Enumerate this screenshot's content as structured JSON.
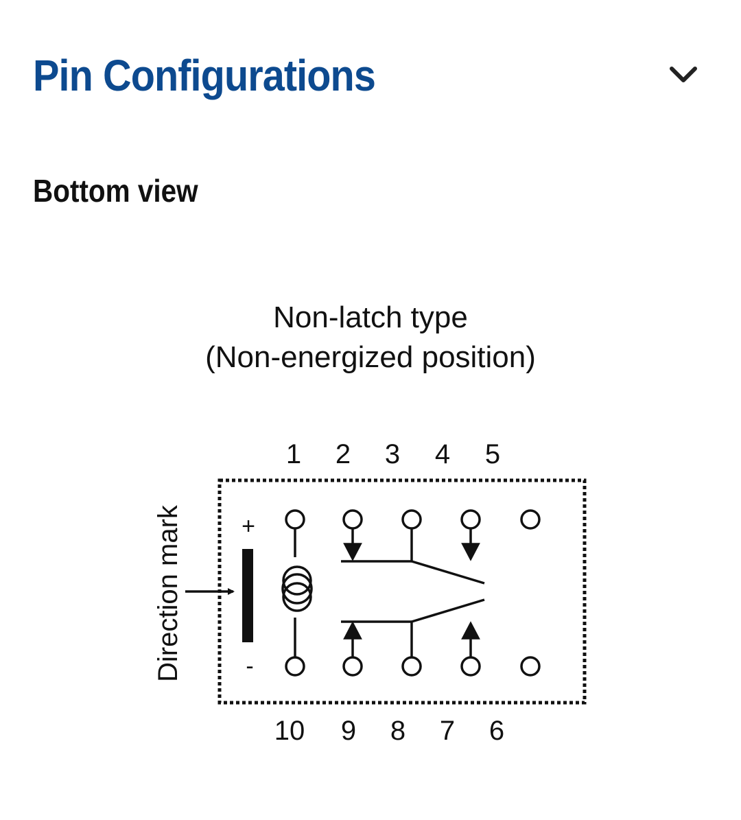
{
  "section": {
    "title": "Pin Configurations",
    "toggle_icon": "chevron-down-icon"
  },
  "view": {
    "subheading": "Bottom view"
  },
  "diagram": {
    "caption_line1": "Non-latch type",
    "caption_line2": "(Non-energized position)",
    "top_pins": [
      "1",
      "2",
      "3",
      "4",
      "5"
    ],
    "bottom_pins": [
      "10",
      "9",
      "8",
      "7",
      "6"
    ],
    "plus_sign": "+",
    "minus_sign": "-",
    "direction_label": "Direction mark"
  }
}
